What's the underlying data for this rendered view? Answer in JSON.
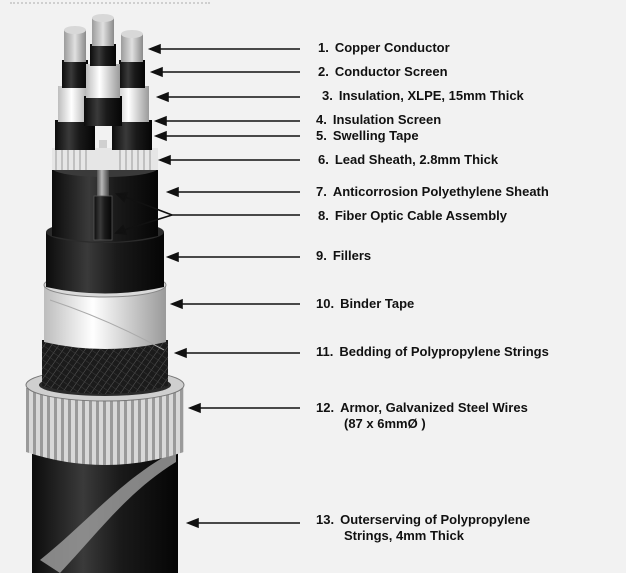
{
  "header_text": "",
  "labels": [
    {
      "num": "1.",
      "text": "Copper Conductor"
    },
    {
      "num": "2.",
      "text": "Conductor Screen"
    },
    {
      "num": "3.",
      "text": "Insulation, XLPE, 15mm Thick"
    },
    {
      "num": "4.",
      "text": "Insulation Screen"
    },
    {
      "num": "5.",
      "text": "Swelling Tape"
    },
    {
      "num": "6.",
      "text": "Lead Sheath, 2.8mm Thick"
    },
    {
      "num": "7.",
      "text": "Anticorrosion Polyethylene Sheath"
    },
    {
      "num": "8.",
      "text": "Fiber Optic Cable Assembly"
    },
    {
      "num": "9.",
      "text": "Fillers"
    },
    {
      "num": "10.",
      "text": "Binder Tape"
    },
    {
      "num": "11.",
      "text": "Bedding of Polypropylene Strings"
    },
    {
      "num": "12.",
      "text": "Armor, Galvanized Steel Wires",
      "text2": "(87 x 6mmØ )"
    },
    {
      "num": "13.",
      "text": "Outerserving of Polypropylene",
      "text2": "Strings, 4mm Thick"
    }
  ],
  "colors": {
    "background": "#f2f2f2",
    "arrow": "#111111",
    "copper": "#c9c9c9",
    "dark_layer": "#1e1e1e",
    "white_layer": "#efefef"
  }
}
